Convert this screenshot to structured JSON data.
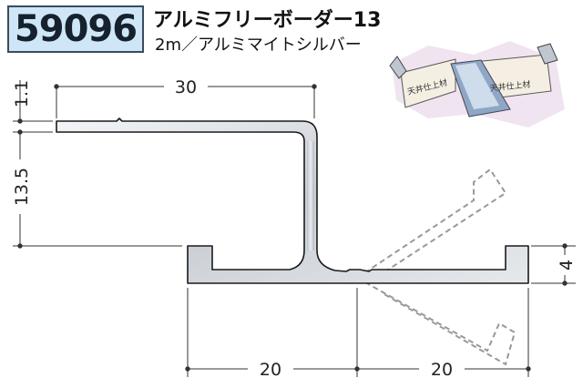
{
  "product": {
    "code": "59096",
    "name": "アルミフリーボーダー13",
    "spec": "2m／アルミマイトシルバー"
  },
  "dimensions": {
    "top_width": "30",
    "top_thickness": "1.1",
    "height": "13.5",
    "flange_height": "4",
    "left_base": "20",
    "right_base": "20"
  },
  "illustration": {
    "left_label": "天井仕上材",
    "right_label": "天井仕上材"
  },
  "colors": {
    "code_box_bg": "#cfe6f7",
    "profile_fill": "#d9dde2",
    "profile_stroke": "#1a1a1a",
    "dashed": "#999999"
  }
}
